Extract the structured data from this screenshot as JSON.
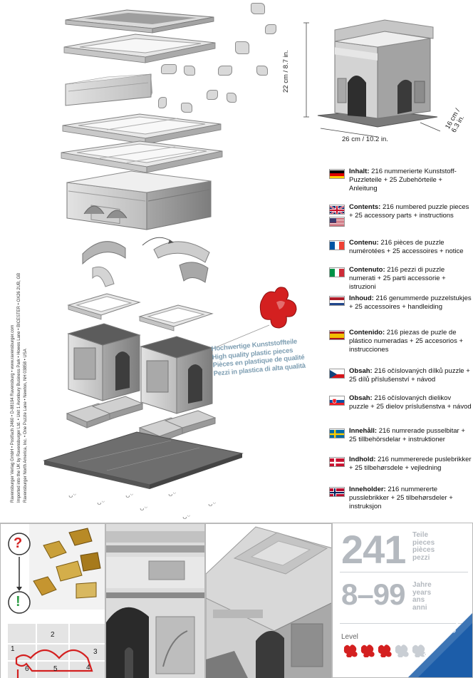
{
  "side_credits": [
    "Ravensburger Verlag GmbH • Postfach 2460 • D-88194 Ravensburg • www.ravensburger.com",
    "Imported into the UK by Ravensburger Ltd. • Unit 1 Avonbury Business Park • Howes Lane • BICESTER • OX26 2UB, GB",
    "Ravensburger North America, Inc. • One Puzzle Lane • Newton, NH 03858 • USA"
  ],
  "quality_lines": [
    "Hochwertige Kunststoffteile",
    "High quality plastic pieces",
    "Pièces en plastique de qualité",
    "Pezzi in plastica di alta qualità"
  ],
  "dimensions": {
    "height": "22 cm / 8.7 in.",
    "width": "26 cm / 10.2 in.",
    "depth_line1": "16 cm /",
    "depth_line2": "6.3 in."
  },
  "contents": [
    {
      "flags": [
        "de"
      ],
      "label": "Inhalt:",
      "text": " 216 nummerierte Kunststoff-Puzzleteile + 25 Zubehörteile + Anleitung"
    },
    {
      "flags": [
        "gb",
        "us"
      ],
      "label": "Contents:",
      "text": " 216 numbered puzzle pieces + 25 accessory parts + instructions"
    },
    {
      "flags": [
        "fr"
      ],
      "label": "Contenu:",
      "text": " 216 pièces de puzzle numérotées + 25 accessoires + notice"
    },
    {
      "flags": [
        "it"
      ],
      "label": "Contenuto:",
      "text": " 216 pezzi di puzzle numerati + 25 parti accessorie + istruzioni"
    },
    {
      "flags": [
        "nl"
      ],
      "label": "Inhoud:",
      "text": " 216 genummerde puzzelstukjes + 25 accessoires + handleiding"
    },
    {
      "flags": [
        "es"
      ],
      "label": "Contenido:",
      "text": " 216 piezas de puzle de plástico numeradas + 25 accesorios + instrucciones"
    },
    {
      "flags": [
        "cz"
      ],
      "label": "Obsah:",
      "text": " 216 očíslovaných dílků puzzle + 25 dílů příslušenství + návod"
    },
    {
      "flags": [
        "sk"
      ],
      "label": "Obsah:",
      "text": " 216 očíslovaných dielikov puzzle + 25 dielov príslušenstva + návod"
    },
    {
      "flags": [
        "se"
      ],
      "label": "Innehåll:",
      "text": " 216 numrerade pusselbitar + 25 tillbehörsdelar + instruktioner"
    },
    {
      "flags": [
        "dk"
      ],
      "label": "Indhold:",
      "text": " 216 nummererede puslebrikker + 25 tilbehørsdele + vejledning"
    },
    {
      "flags": [
        "no"
      ],
      "label": "Inneholder:",
      "text": " 216 nummererte pusslebrikker + 25 tilbehørsdeler + instruksjon"
    }
  ],
  "instructions_panel": {
    "question_mark": "?",
    "exclamation_mark": "!",
    "steps": [
      "1",
      "2",
      "3",
      "4",
      "5",
      "6"
    ]
  },
  "info_box": {
    "piece_count": "241",
    "piece_words": [
      "Teile",
      "pieces",
      "pièces",
      "pezzi"
    ],
    "age_range": "8–99",
    "age_words": [
      "Jahre",
      "years",
      "ans",
      "anni"
    ],
    "level_label": "Level",
    "level": {
      "value": 3,
      "max": 5
    },
    "brand": "Ravensburger"
  },
  "colors": {
    "level_active": "#d42020",
    "level_inactive": "#c9ced4",
    "brand_blue": "#1c5da9",
    "number_grey": "#b4b9bf",
    "route_red": "#d42020"
  }
}
